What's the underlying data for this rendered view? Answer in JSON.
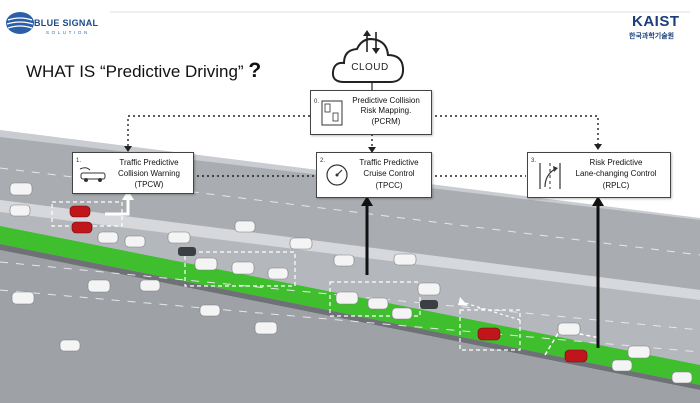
{
  "header": {
    "logo_name": "BLUE SIGNAL",
    "logo_sub": "SOLUTION",
    "institution": "KAIST",
    "institution_sub": "한국과학기술원",
    "title_main": "WHAT IS “Predictive Driving”",
    "title_mark": "?"
  },
  "cloud": {
    "label": "CLOUD"
  },
  "boxes": {
    "pcrm": {
      "num": "0.",
      "line1": "Predictive Collision",
      "line2": "Risk Mapping.",
      "line3": "(PCRM)"
    },
    "tpcw": {
      "num": "1.",
      "line1": "Traffic Predictive",
      "line2": "Collision Warning",
      "line3": "(TPCW)"
    },
    "tpcc": {
      "num": "2.",
      "line1": "Traffic Predictive",
      "line2": "Cruise Control",
      "line3": "(TPCC)"
    },
    "rplc": {
      "num": "3.",
      "line1": "Risk Predictive",
      "line2": "Lane-changing Control",
      "line3": "(RPLC)"
    }
  },
  "colors": {
    "road": "#b9bcc0",
    "lane_green": "#3fbf2e",
    "brand_blue": "#1a4a8a",
    "car_red": "#c0161b"
  }
}
